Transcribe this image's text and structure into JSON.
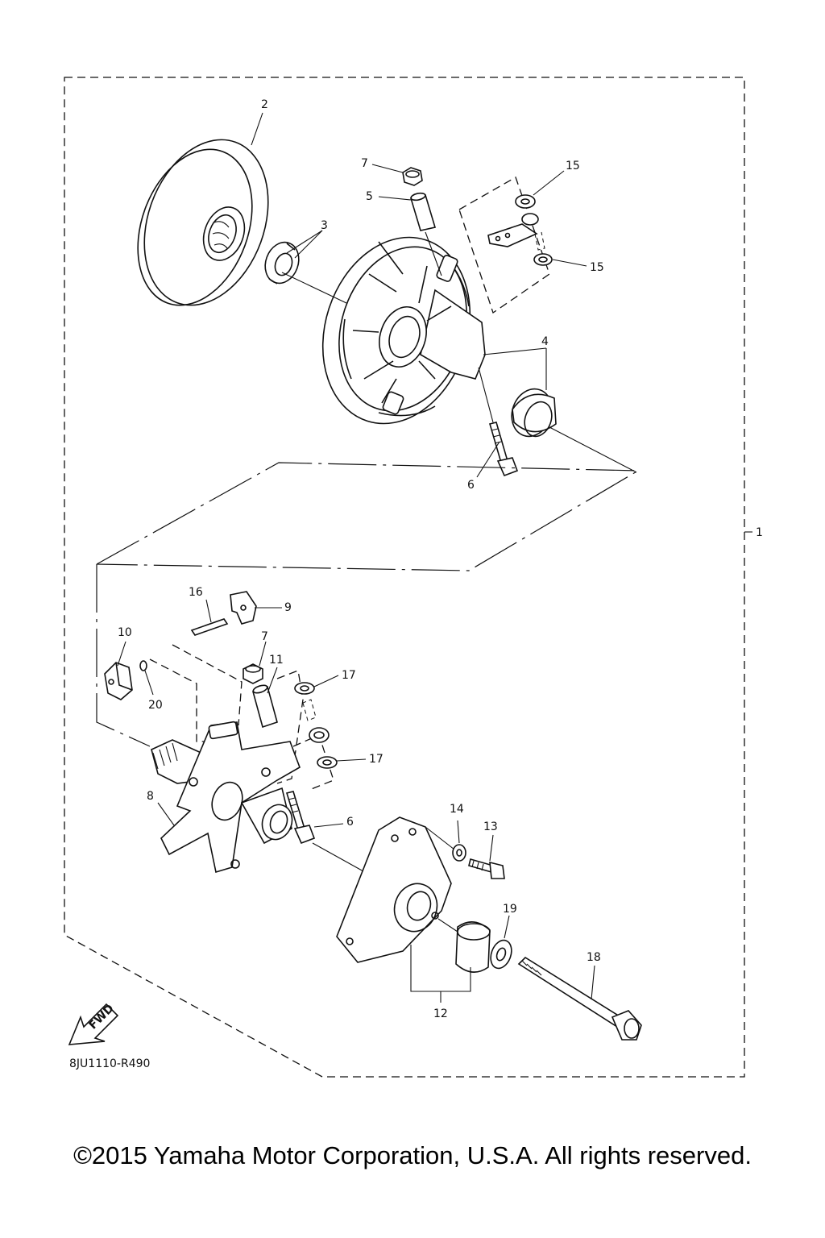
{
  "callouts": [
    {
      "id": "c1",
      "text": "1"
    },
    {
      "id": "c2",
      "text": "2"
    },
    {
      "id": "c3",
      "text": "3"
    },
    {
      "id": "c4",
      "text": "4"
    },
    {
      "id": "c5",
      "text": "5"
    },
    {
      "id": "c6a",
      "text": "6"
    },
    {
      "id": "c6b",
      "text": "6"
    },
    {
      "id": "c7a",
      "text": "7"
    },
    {
      "id": "c7b",
      "text": "7"
    },
    {
      "id": "c8",
      "text": "8"
    },
    {
      "id": "c9",
      "text": "9"
    },
    {
      "id": "c10",
      "text": "10"
    },
    {
      "id": "c11",
      "text": "11"
    },
    {
      "id": "c12",
      "text": "12"
    },
    {
      "id": "c13",
      "text": "13"
    },
    {
      "id": "c14",
      "text": "14"
    },
    {
      "id": "c15a",
      "text": "15"
    },
    {
      "id": "c15b",
      "text": "15"
    },
    {
      "id": "c16",
      "text": "16"
    },
    {
      "id": "c17a",
      "text": "17"
    },
    {
      "id": "c17b",
      "text": "17"
    },
    {
      "id": "c18",
      "text": "18"
    },
    {
      "id": "c19",
      "text": "19"
    },
    {
      "id": "c20",
      "text": "20"
    }
  ],
  "fwd_badge": "FWD",
  "diagram_code": "8JU1110-R490",
  "copyright": "©2015 Yamaha Motor Corporation, U.S.A. All rights reserved."
}
